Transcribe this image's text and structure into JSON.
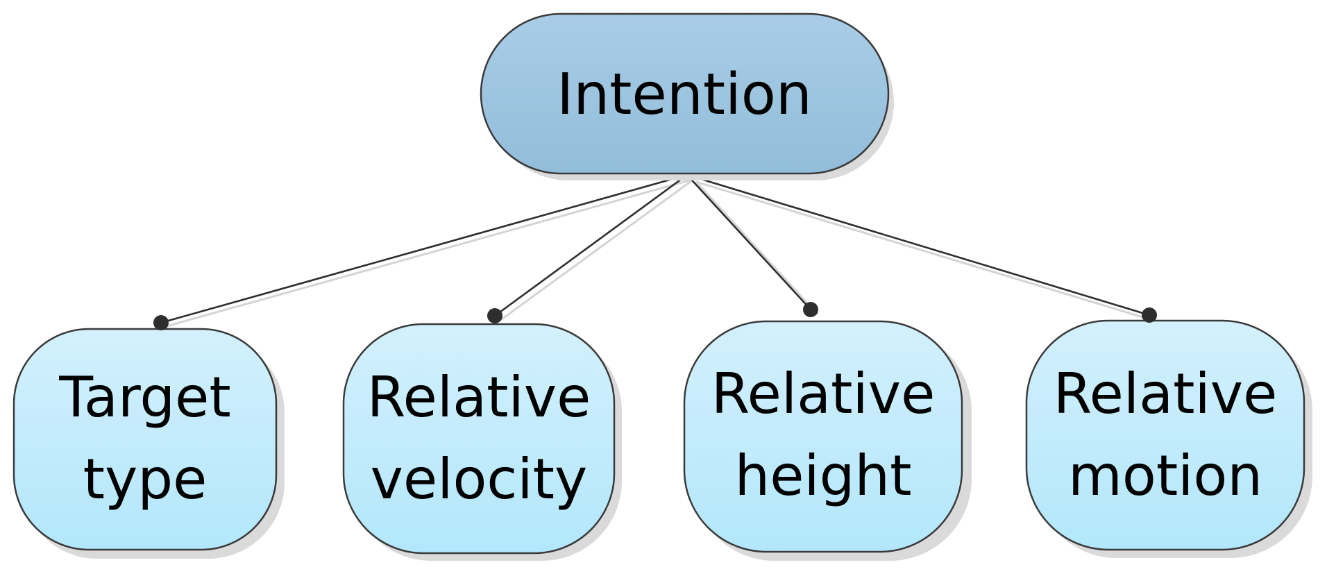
{
  "root": {
    "label": "Intention"
  },
  "children": [
    {
      "lines": [
        "Target",
        "type"
      ]
    },
    {
      "lines": [
        "Relative",
        "velocity"
      ]
    },
    {
      "lines": [
        "Relative",
        "height"
      ]
    },
    {
      "lines": [
        "Relative",
        "motion"
      ]
    }
  ],
  "colors": {
    "root_fill_top": "#a9cde6",
    "root_fill_bottom": "#92bdda",
    "child_fill_top": "#d3f0fd",
    "child_fill_bottom": "#b3e7fb",
    "edge": "#2e2e2e"
  }
}
